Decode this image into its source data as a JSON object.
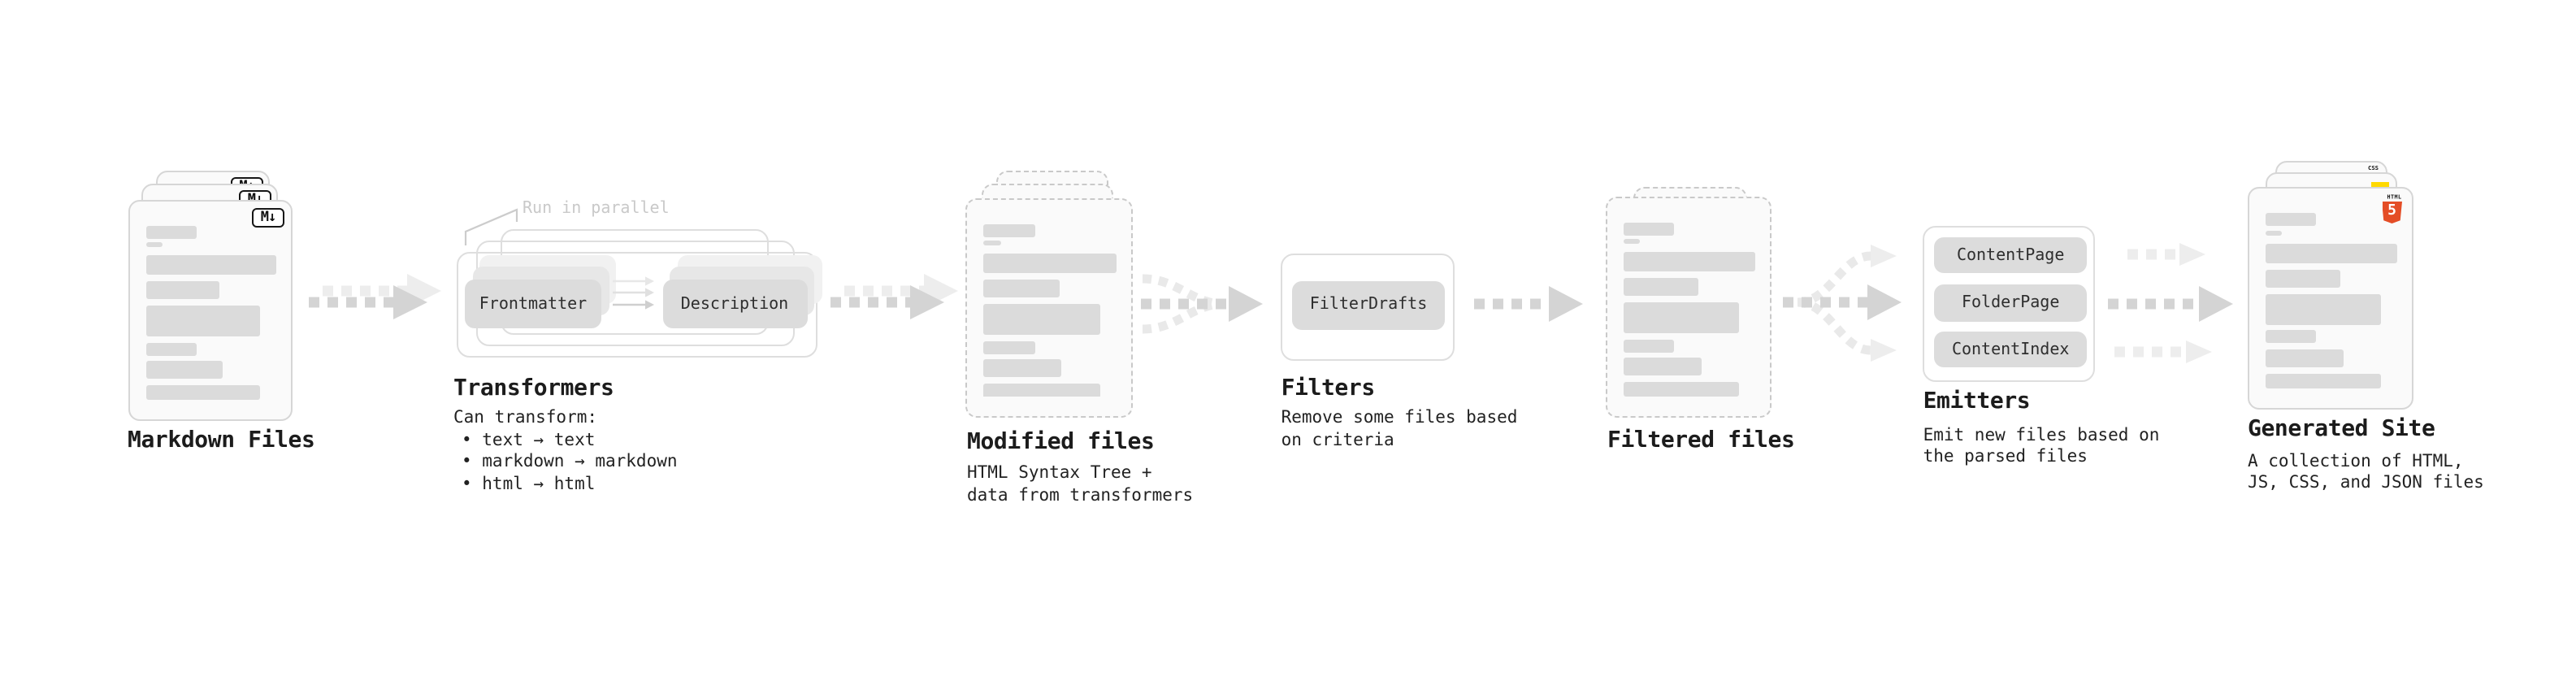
{
  "stages": {
    "markdown": {
      "title": "Markdown Files",
      "badge": "M↓"
    },
    "transformers": {
      "title": "Transformers",
      "annotation": "Run in parallel",
      "button_left": "Frontmatter",
      "button_right": "Description",
      "subtitle": [
        "Can transform:",
        "• text → text",
        "• markdown → markdown",
        "• html → html"
      ]
    },
    "modified": {
      "title": "Modified files",
      "subtitle": [
        "HTML Syntax Tree +",
        "data from transformers"
      ]
    },
    "filters": {
      "title": "Filters",
      "button": "FilterDrafts",
      "subtitle": [
        "Remove some files based",
        "on criteria"
      ]
    },
    "filtered": {
      "title": "Filtered files"
    },
    "emitters": {
      "title": "Emitters",
      "buttons": [
        "ContentPage",
        "FolderPage",
        "ContentIndex"
      ],
      "subtitle": [
        "Emit new files based on",
        "the parsed files"
      ]
    },
    "generated": {
      "title": "Generated Site",
      "subtitle": [
        "A collection of HTML,",
        "JS, CSS, and JSON files"
      ],
      "css_badge": "CSS",
      "html_badge_label": "HTML",
      "html_badge_number": "5"
    }
  },
  "colors": {
    "html5_orange": "#e44d26",
    "js_yellow": "#ffd900",
    "css_blue": "#2b66f6",
    "arrow_gray": "#d4d4d4",
    "arrow_light": "#ededed"
  }
}
